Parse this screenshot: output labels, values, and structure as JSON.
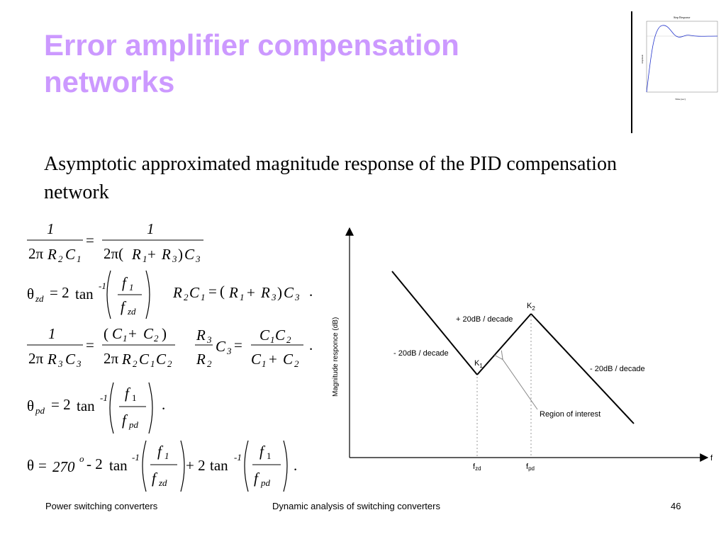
{
  "slide": {
    "title": "Error amplifier compensation networks",
    "subtitle": "Asymptotic approximated magnitude response of the PID compensation network"
  },
  "thumbnail": {
    "title": "Step Response",
    "ylabel": "Amplitude",
    "xlabel": "Time (sec)"
  },
  "diagram": {
    "y_axis_label": "Magnitude   responce   (dB)",
    "x_axis_label": "f",
    "k1": "K",
    "k1_sub": "1",
    "k2": "K",
    "k2_sub": "2",
    "slope_left": "- 20dB / decade",
    "slope_middle": "+ 20dB / decade",
    "slope_right": "- 20dB / decade",
    "region": "Region of interest",
    "fzd": "f",
    "fzd_sub": "zd",
    "fpd": "f",
    "fpd_sub": "pd"
  },
  "footer": {
    "left": "Power switching converters",
    "center": "Dynamic analysis of switching converters",
    "page": "46"
  }
}
